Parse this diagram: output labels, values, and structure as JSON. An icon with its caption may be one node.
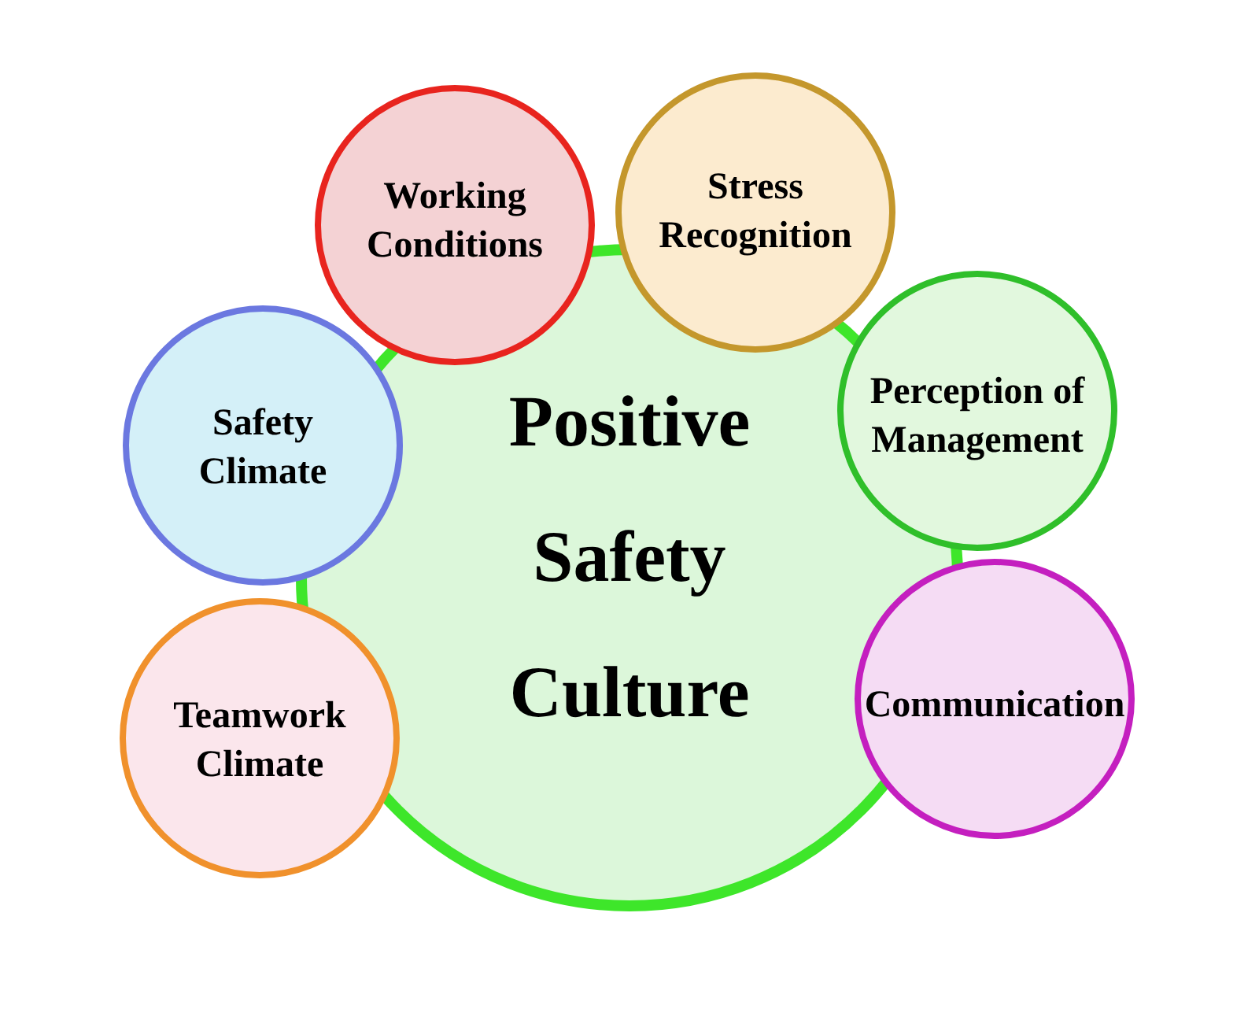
{
  "diagram": {
    "nodes": [
      {
        "text": [
          "Positive Safety Culture"
        ]
      },
      {
        "text": [
          "Working Conditions"
        ]
      },
      {
        "text": [
          "Stress Recognition"
        ]
      },
      {
        "text": [
          "Perception of Management"
        ]
      },
      {
        "text": [
          "Communication"
        ]
      },
      {
        "text": [
          "Teamwork Climate"
        ]
      },
      {
        "text": [
          "Safety Climate"
        ]
      }
    ]
  }
}
